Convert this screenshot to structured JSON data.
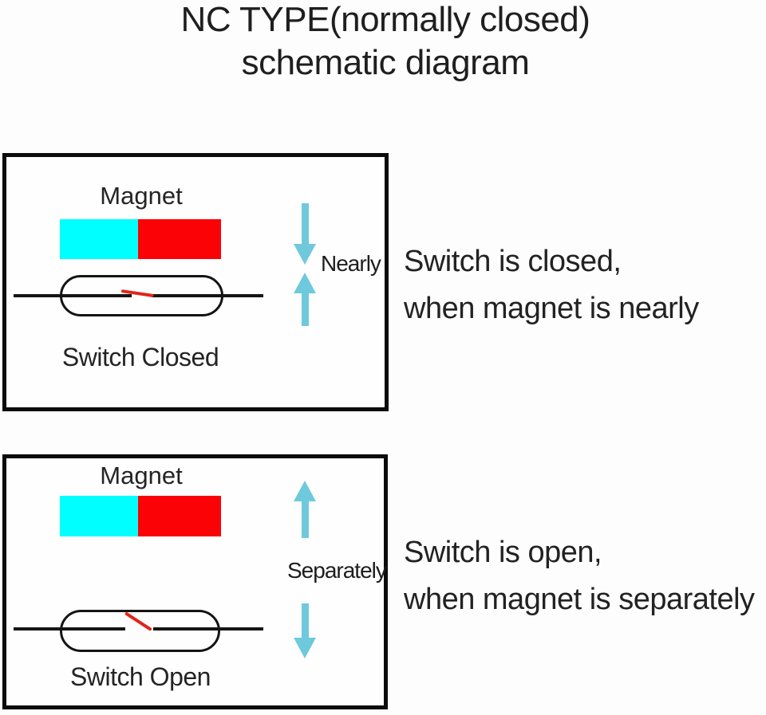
{
  "title": {
    "line1": "NC TYPE(normally closed)",
    "line2": "schematic diagram"
  },
  "colors": {
    "magnet_cyan": "#00ffff",
    "magnet_red": "#fb0306",
    "arrow_blue": "#6fc9dd",
    "contact_red": "#e1251b",
    "wire_black": "#151515"
  },
  "panel_closed": {
    "magnet_label": "Magnet",
    "switch_label": "Switch Closed",
    "proximity_label": "Nearly",
    "arrow_meaning": "arrows pointing toward each other (magnet near)"
  },
  "panel_open": {
    "magnet_label": "Magnet",
    "switch_label": "Switch Open",
    "proximity_label": "Separately",
    "arrow_meaning": "arrows pointing away from each other (magnet far)"
  },
  "caption_closed": {
    "line1": "Switch is closed,",
    "line2": "when magnet is nearly"
  },
  "caption_open": {
    "line1": "Switch is open,",
    "line2": "when magnet is separately"
  }
}
